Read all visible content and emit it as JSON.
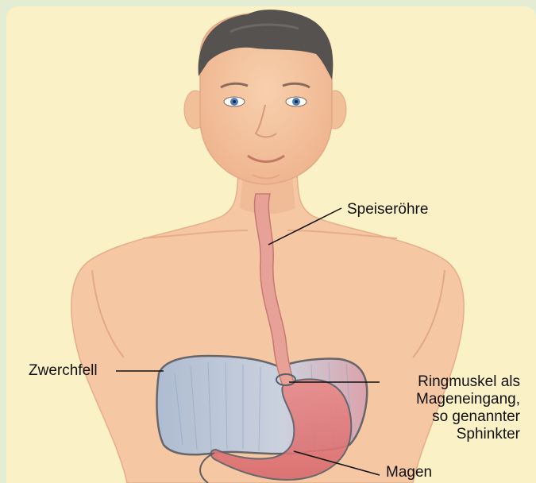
{
  "labels": {
    "speiseroehre": "Speiseröhre",
    "zwerchfell": "Zwerchfell",
    "sphinkter": [
      "Ringmuskel als",
      "Mageneingang,",
      "so genannter",
      "Sphinkter"
    ],
    "magen": "Magen"
  },
  "colors": {
    "background": "#e4ecd3",
    "panel": "#fbf1c7",
    "skin": "#f7c9a4",
    "skin_shadow": "#e9ad88",
    "hair": "#55524f",
    "esophagus": "#e79f95",
    "diaphragm": "#b9c8dd",
    "stomach": "#e2787a",
    "line": "#111111"
  }
}
